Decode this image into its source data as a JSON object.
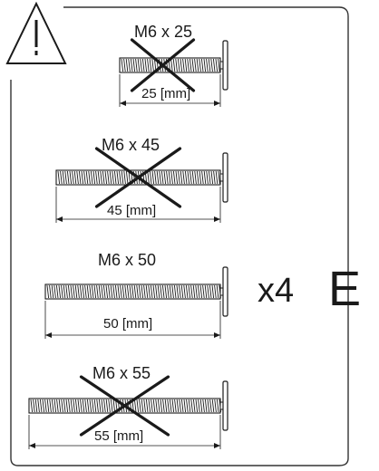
{
  "warning": {
    "icon": "warning-triangle-icon"
  },
  "bolts": [
    {
      "label": "M6 x 25",
      "length": "25 [mm]",
      "rejected": true
    },
    {
      "label": "M6 x 45",
      "length": "45 [mm]",
      "rejected": true
    },
    {
      "label": "M6 x 50",
      "length": "50 [mm]",
      "rejected": false
    },
    {
      "label": "M6 x 55",
      "length": "55 [mm]",
      "rejected": true
    }
  ],
  "quantity": "x4",
  "part_letter": "E",
  "colors": {
    "ink": "#1a1a1a",
    "background": "#ffffff"
  }
}
